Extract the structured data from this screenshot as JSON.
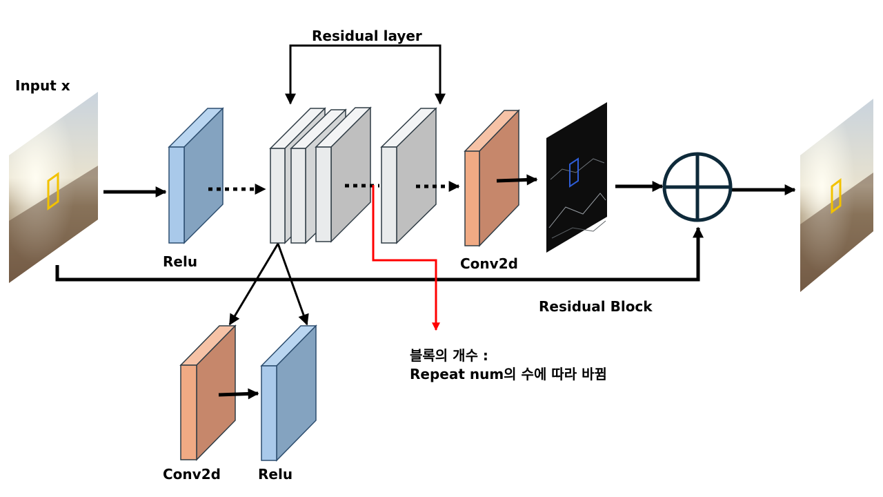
{
  "labels": {
    "input": "Input x",
    "residual_layer": "Residual layer",
    "relu_main": "Relu",
    "conv2d_main": "Conv2d",
    "residual_block": "Residual Block",
    "conv2d_detail": "Conv2d",
    "relu_detail": "Relu"
  },
  "note": {
    "line1": "블록의 개수 :",
    "line2": "Repeat num의 수에 따라 바뀜"
  },
  "colors": {
    "relu_front": "#a9c9ea",
    "relu_side": "#84a3c0",
    "conv_front": "#f0aa84",
    "conv_side": "#c6876b",
    "layer_front": "#e9ebec",
    "layer_side": "#bfbfbf",
    "repeat_arrow": "#ff0000",
    "sum_ring": "#0e2a3a"
  },
  "icons": {
    "input_image": "image-thumbnail-icon",
    "edge_image": "edge-map-thumbnail-icon",
    "output_image": "image-thumbnail-icon",
    "sum": "circled-plus-icon"
  }
}
